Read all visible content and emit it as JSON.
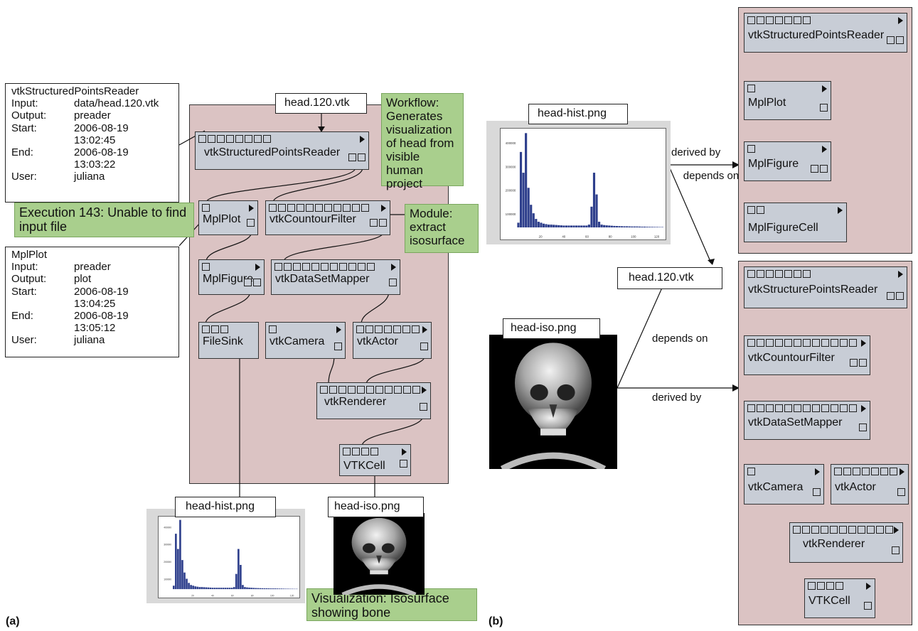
{
  "fig_labels": {
    "a": "(a)",
    "b": "(b)"
  },
  "left": {
    "header_file": "head.120.vtk",
    "modules": {
      "reader": "vtkStructuredPointsReader",
      "mplplot": "MplPlot",
      "contour": "vtkCountourFilter",
      "mplfigure": "MplFigure",
      "mapper": "vtkDataSetMapper",
      "filesink": "FileSink",
      "camera": "vtkCamera",
      "actor": "vtkActor",
      "renderer": "vtkRenderer",
      "cell": "VTKCell"
    },
    "workflow_note": "Workflow: Generates visualization of head from visible human project",
    "module_note": "Module: extract isosurface",
    "execution_note": "Execution 143: Unable to find input file",
    "visualization_note": "Visualization: Isosurface showing bone",
    "info_reader": {
      "title": "vtkStructuredPointsReader",
      "rows": [
        {
          "k": "Input:",
          "v": "data/head.120.vtk"
        },
        {
          "k": "Output:",
          "v": "preader"
        },
        {
          "k": "Start:",
          "v": "2006-08-19"
        },
        {
          "k": "",
          "v": "13:02:45"
        },
        {
          "k": "End:",
          "v": "2006-08-19"
        },
        {
          "k": "",
          "v": "13:03:22"
        },
        {
          "k": "User:",
          "v": "juliana"
        }
      ]
    },
    "info_plot": {
      "title": "MplPlot",
      "rows": [
        {
          "k": "Input:",
          "v": "preader"
        },
        {
          "k": "Output:",
          "v": "plot"
        },
        {
          "k": "Start:",
          "v": "2006-08-19"
        },
        {
          "k": "",
          "v": "13:04:25"
        },
        {
          "k": "End:",
          "v": "2006-08-19"
        },
        {
          "k": "",
          "v": "13:05:12"
        },
        {
          "k": "User:",
          "v": "juliana"
        }
      ]
    },
    "out_hist": "head-hist.png",
    "out_iso": "head-iso.png"
  },
  "right": {
    "hist_title": "head-hist.png",
    "iso_title": "head-iso.png",
    "vtk_file": "head.120.vtk",
    "edge_derived_by_top": "derived by",
    "edge_depends_on_top": "depends on",
    "edge_depends_on_mid": "depends on",
    "edge_derived_by_bottom": "derived by",
    "top_modules": {
      "reader": "vtkStructuredPointsReader",
      "mplplot": "MplPlot",
      "mplfigure": "MplFigure",
      "mplfigurecell": "MplFigureCell"
    },
    "bottom_modules": {
      "reader": "vtkStructurePointsReader",
      "contour": "vtkCountourFilter",
      "mapper": "vtkDataSetMapper",
      "camera": "vtkCamera",
      "actor": "vtkActor",
      "renderer": "vtkRenderer",
      "cell": "VTKCell"
    }
  },
  "histogram": {
    "y_ticks": [
      "400000",
      "300000",
      "200000",
      "100000"
    ],
    "x_ticks": [
      "20",
      "40",
      "60",
      "80",
      "100",
      "120"
    ],
    "bar_color": "#2e3f8c"
  },
  "colors": {
    "panel": "#dbc3c3",
    "module": "#c8cdd6",
    "note_green": "#a9cf8d"
  }
}
